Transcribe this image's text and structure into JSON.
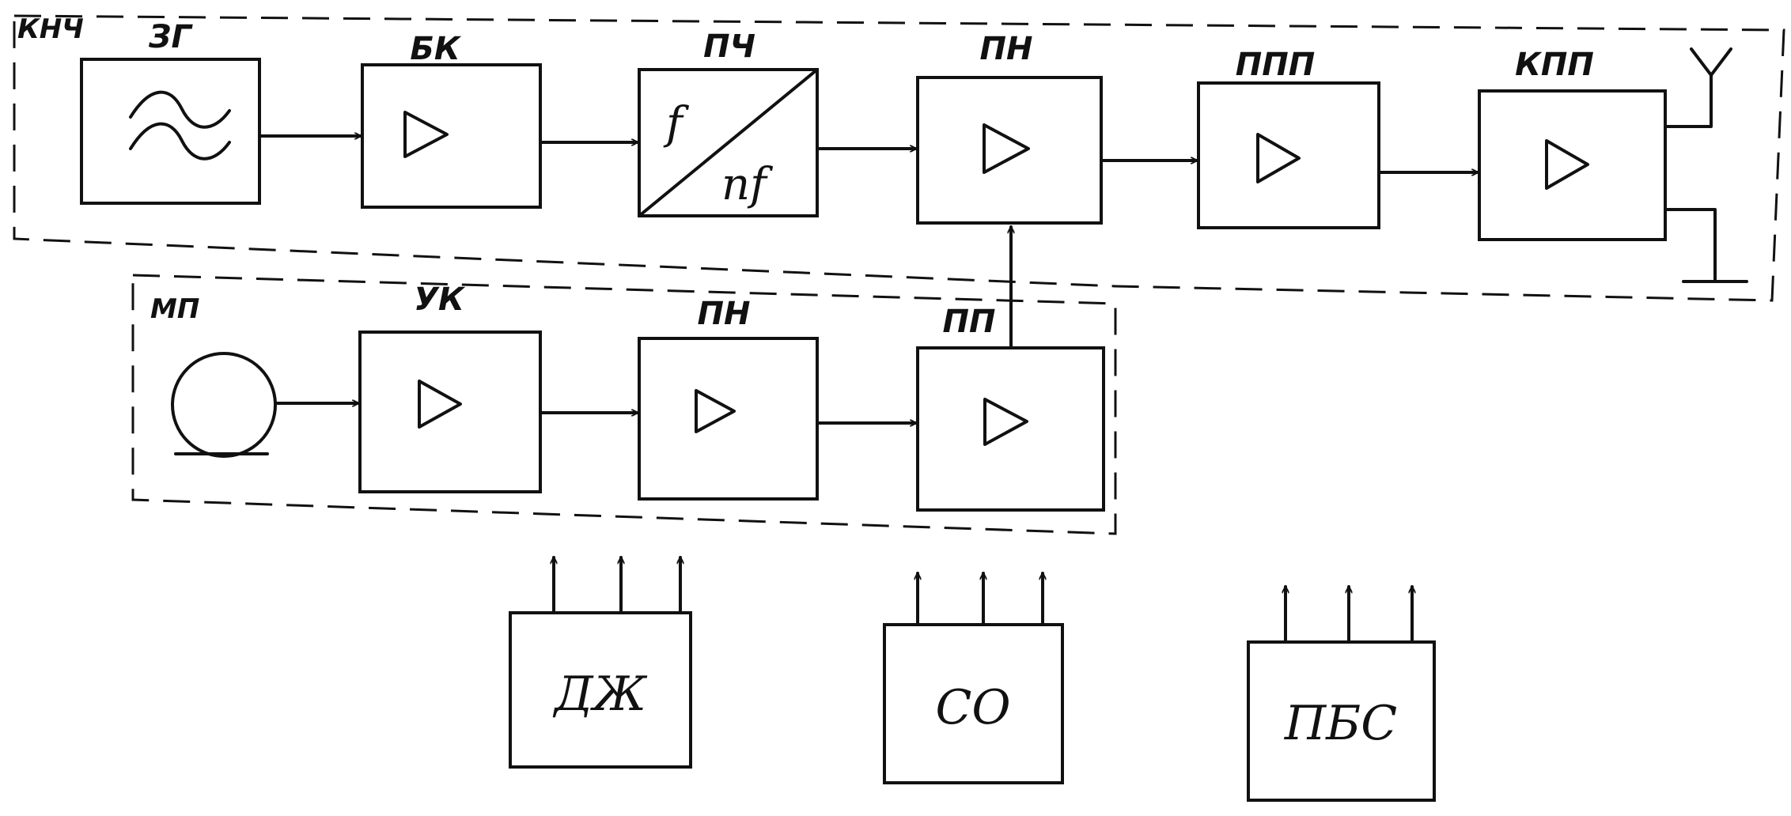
{
  "groups": {
    "knch": "КНЧ",
    "mp": "МП"
  },
  "blocks": {
    "zg": "ЗГ",
    "bk": "БК",
    "pch": "ПЧ",
    "pn_top": "ПН",
    "ppp": "ППП",
    "kpp": "КПП",
    "uk": "УК",
    "pn_bottom": "ПН",
    "pp": "ПП",
    "dzh": "ДЖ",
    "so": "СО",
    "pbs": "ПБС"
  },
  "multiplier": {
    "input": "f",
    "output": "nf"
  },
  "icons": {
    "generator": "sine-wave-icon",
    "amplifier": "amplifier-triangle-icon",
    "antenna": "antenna-icon",
    "ground": "ground-icon",
    "microphone": "microphone-icon"
  }
}
